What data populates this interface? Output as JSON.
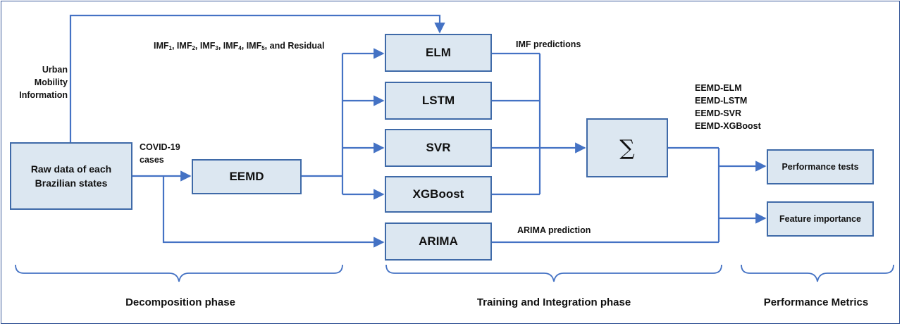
{
  "boxes": {
    "raw_data": "Raw data of each Brazilian states",
    "eemd": "EEMD",
    "elm": "ELM",
    "lstm": "LSTM",
    "svr": "SVR",
    "xgboost": "XGBoost",
    "arima": "ARIMA",
    "sum": "∑",
    "performance_tests": "Performance tests",
    "feature_importance": "Feature importance"
  },
  "labels": {
    "urban": [
      "Urban",
      "Mobility",
      "Information"
    ],
    "covid": [
      "COVID-19",
      "cases"
    ],
    "imf": {
      "parts": [
        "IMF",
        "1",
        ", IMF",
        "2",
        ", IMF",
        "3",
        ", IMF",
        "4",
        ", IMF",
        "5",
        ", and Residual"
      ]
    },
    "imf_predictions": "IMF predictions",
    "arima_prediction": "ARIMA prediction",
    "hybrids": [
      "EEMD-ELM",
      "EEMD-LSTM",
      "EEMD-SVR",
      "EEMD-XGBoost"
    ]
  },
  "phases": {
    "decomposition": "Decomposition phase",
    "training": "Training and Integration phase",
    "metrics": "Performance Metrics"
  },
  "colors": {
    "line": "#4472c4",
    "box_fill": "#dce7f1",
    "box_border": "#3f6aa8"
  }
}
